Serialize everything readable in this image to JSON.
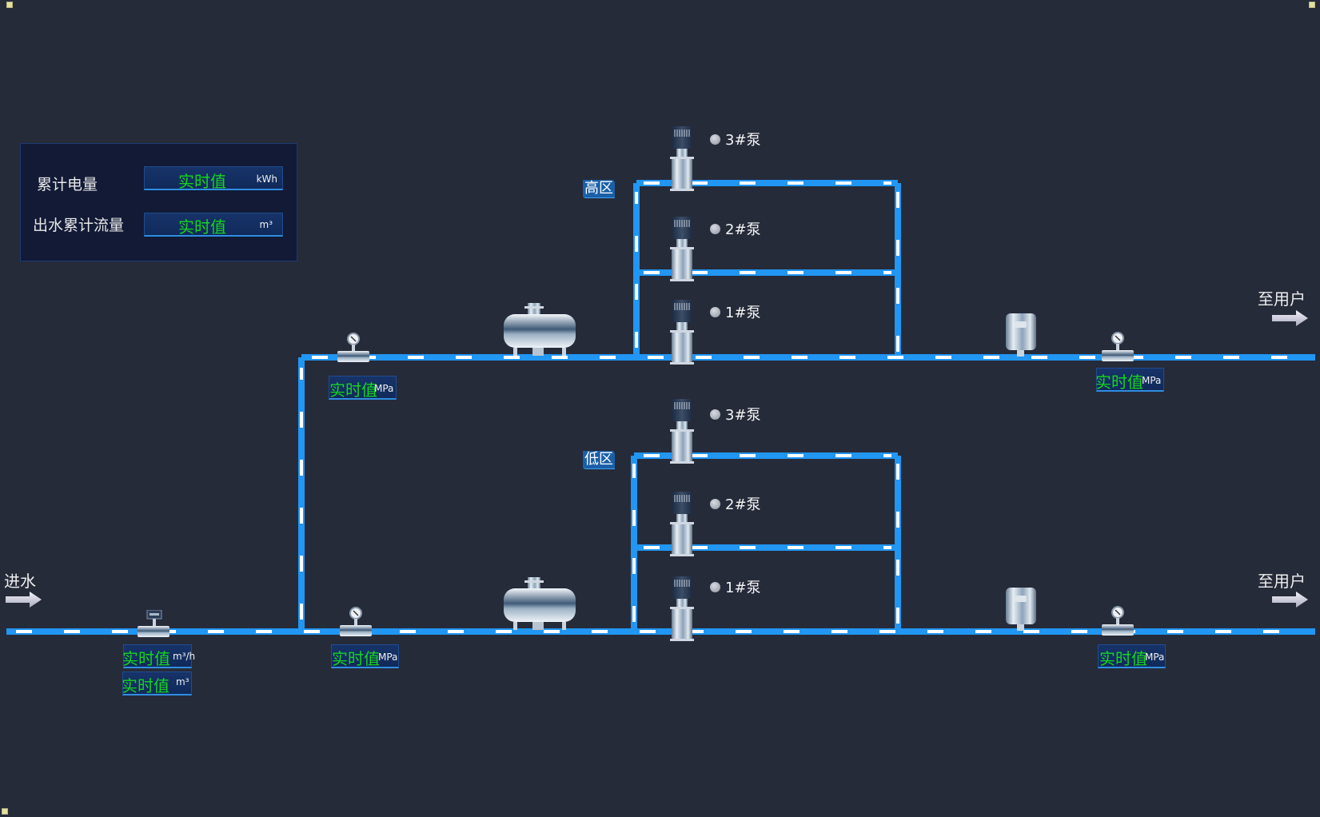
{
  "summary_panel": {
    "rows": [
      {
        "label": "累计电量",
        "value": "实时值",
        "unit": "kWh"
      },
      {
        "label": "出水累计流量",
        "value": "实时值",
        "unit": "m³"
      }
    ]
  },
  "inlet": {
    "label": "进水",
    "icon": "arrow-right-icon"
  },
  "outlets": [
    {
      "label": "至用户",
      "icon": "arrow-right-icon"
    },
    {
      "label": "至用户",
      "icon": "arrow-right-icon"
    }
  ],
  "zones": {
    "high": {
      "label": "高区",
      "pumps": [
        {
          "label": "3#泵",
          "status": "off"
        },
        {
          "label": "2#泵",
          "status": "off"
        },
        {
          "label": "1#泵",
          "status": "off"
        }
      ]
    },
    "low": {
      "label": "低区",
      "pumps": [
        {
          "label": "3#泵",
          "status": "off"
        },
        {
          "label": "2#泵",
          "status": "off"
        },
        {
          "label": "1#泵",
          "status": "off"
        }
      ]
    }
  },
  "readouts": {
    "inlet_flow": {
      "value": "实时值",
      "unit": "m³/h"
    },
    "inlet_total": {
      "value": "实时值",
      "unit": "m³"
    },
    "high_in_pressure": {
      "value": "实时值",
      "unit": "MPa"
    },
    "high_out_pressure": {
      "value": "实时值",
      "unit": "MPa"
    },
    "low_in_pressure": {
      "value": "实时值",
      "unit": "MPa"
    },
    "low_out_pressure": {
      "value": "实时值",
      "unit": "MPa"
    }
  },
  "colors": {
    "background": "#262b3a",
    "pipe": "#2196f3",
    "pipe_dash": "#ffffff",
    "value_text": "#17d41e",
    "pump_status_off": "#9aa0ab"
  }
}
